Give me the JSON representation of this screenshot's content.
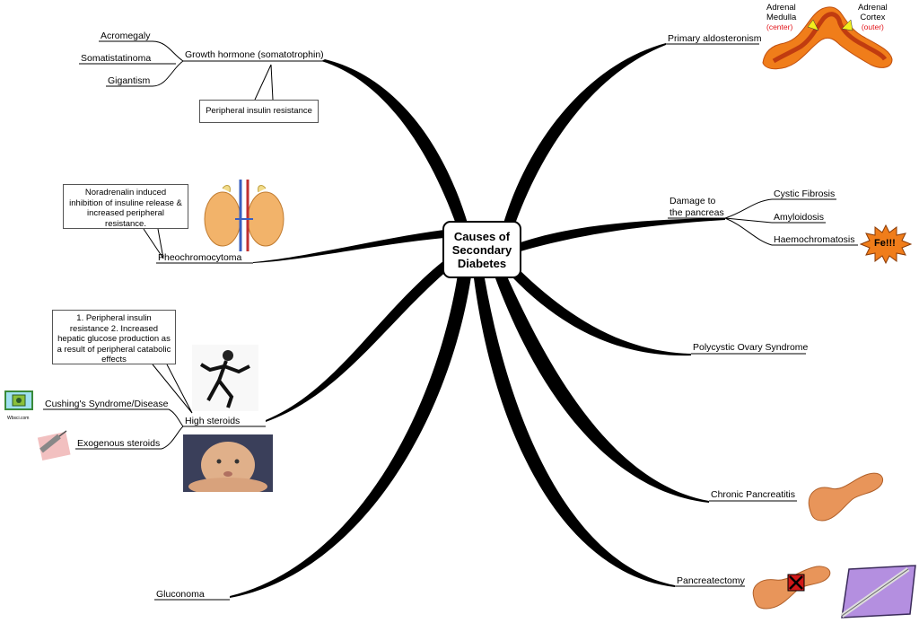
{
  "center": {
    "line1": "Causes of",
    "line2": "Secondary",
    "line3": "Diabetes"
  },
  "branches": {
    "growth_hormone": "Growth hormone (somatotrophin)",
    "acromegaly": "Acromegaly",
    "somatistatinoma": "Somatistatinoma",
    "gigantism": "Gigantism",
    "gh_note": "Peripheral insulin resistance",
    "pheo": "Pheochromocytoma",
    "pheo_note": "Noradrenalin induced inhibition of insuline release & increased peripheral resistance.",
    "high_steroids": "High steroids",
    "steroid_note": "1. Peripheral insulin resistance 2. Increased hepatic glucose production as a result of peripheral  catabolic effects",
    "cushings": "Cushing's Syndrome/Disease",
    "exogenous": "Exogenous steroids",
    "gluconoma": "Gluconoma",
    "primary_aldo": "Primary aldosteronism",
    "damage1": "Damage to",
    "damage2": "the pancreas",
    "cystic": "Cystic Fibrosis",
    "amyloid": "Amyloidosis",
    "haemo": "Haemochromatosis",
    "fe": "Fe!!!",
    "pcos": "Polycystic Ovary Syndrome",
    "chronic_panc": "Chronic Pancreatitis",
    "pancreatectomy": "Pancreatectomy"
  },
  "adrenal": {
    "medulla1": "Adrenal",
    "medulla2": "Medulla",
    "medulla3": "(center)",
    "cortex1": "Adrenal",
    "cortex2": "Cortex",
    "cortex3": "(outer)"
  },
  "icon_caption": "Wbsci.com",
  "colors": {
    "line": "#000000",
    "adrenal_outer": "#f07d1a",
    "adrenal_inner": "#c03c10",
    "fe_burst": "#f07d1a",
    "pancreas": "#e8955a",
    "tray": "#b48fe0",
    "red_label": "#e2141a"
  }
}
